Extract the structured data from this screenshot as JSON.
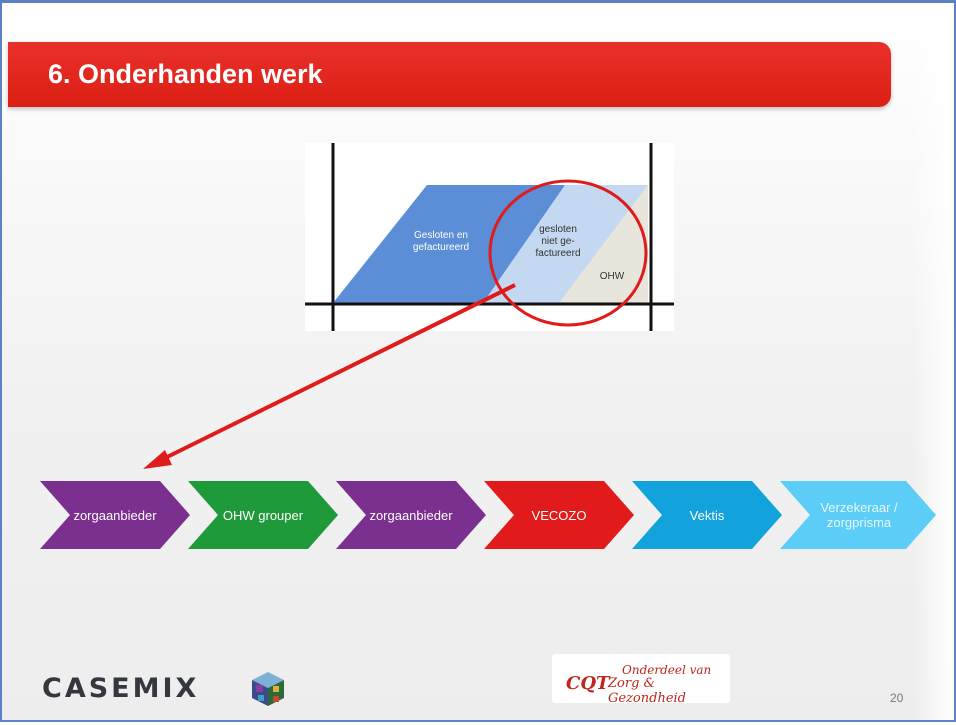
{
  "slide": {
    "title": "6. Onderhanden werk",
    "page_number": "20"
  },
  "diagram": {
    "regions": [
      {
        "label": "Gesloten en gefactureerd",
        "color": "#5b8ed6"
      },
      {
        "label": "gesloten niet ge-factureerd",
        "color": "#c5d8f1"
      },
      {
        "label": "OHW",
        "color": "#e8e6dc"
      }
    ],
    "highlight_color": "#e01b1b"
  },
  "process_steps": [
    {
      "label": "zorgaanbieder",
      "color": "#7b2f8f"
    },
    {
      "label": "OHW grouper",
      "color": "#1f9a3a"
    },
    {
      "label": "zorgaanbieder",
      "color": "#7b2f8f"
    },
    {
      "label": "VECOZO",
      "color": "#e11b1b"
    },
    {
      "label": "Vektis",
      "color": "#12a2dc"
    },
    {
      "label": "Verzekeraar / zorgprisma",
      "color": "#5ccdf7"
    }
  ],
  "footer": {
    "casemix_logo_text": "CASEMIX",
    "cqt_line1": "Onderdeel van",
    "cqt_mark": "CQT",
    "cqt_line2": "Zorg & Gezondheid",
    "cube_icon": "casemix-cube-icon"
  }
}
